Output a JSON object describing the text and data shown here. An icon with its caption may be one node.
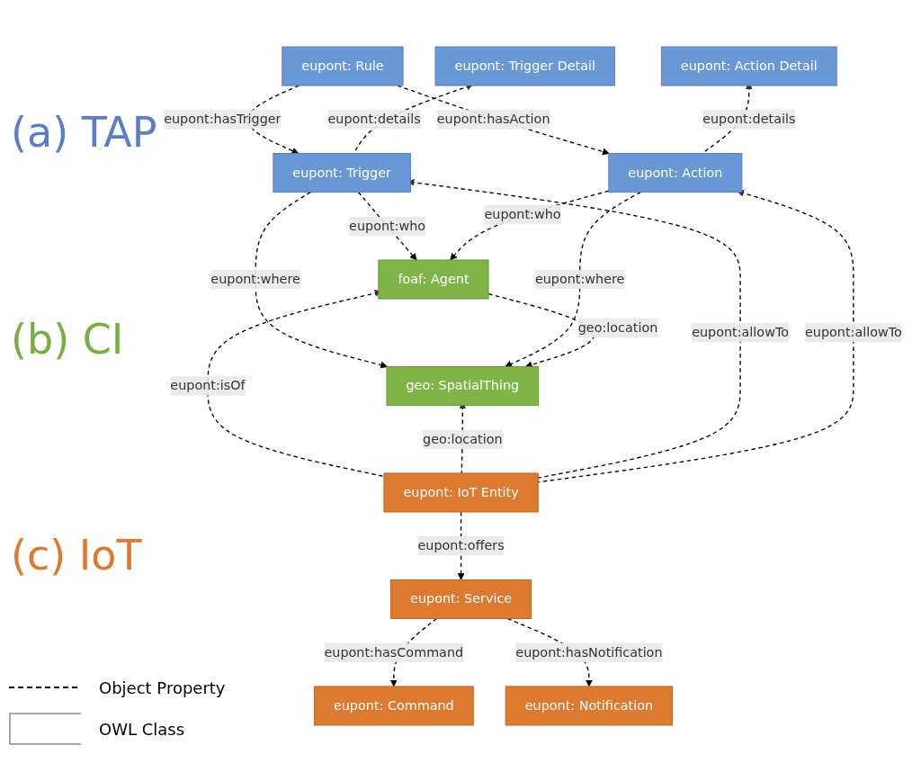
{
  "diagram": {
    "nodes": [
      {
        "text": [
          "eupont: Rule"
        ]
      },
      {
        "text": [
          "eupont: Trigger Detail"
        ]
      },
      {
        "text": [
          "eupont: Action Detail"
        ]
      },
      {
        "text": [
          "eupont: Trigger"
        ]
      },
      {
        "text": [
          "eupont: Action"
        ]
      },
      {
        "text": [
          "foaf: Agent"
        ]
      },
      {
        "text": [
          "geo: SpatialThing"
        ]
      },
      {
        "text": [
          "eupont: IoT Entity"
        ]
      },
      {
        "text": [
          "eupont: Command"
        ]
      },
      {
        "text": [
          "eupont: Service"
        ]
      },
      {
        "text": [
          "eupont: Notification"
        ]
      }
    ],
    "edges": [
      {
        "from": 0,
        "to": 3,
        "arrow": "to",
        "label": "eupont:hasTrigger",
        "style": "dashed"
      },
      {
        "from": 0,
        "to": 4,
        "arrow": "to",
        "label": "eupont:hasAction",
        "style": "dashed"
      },
      {
        "from": 3,
        "to": 1,
        "arrow": "to",
        "label": "eupont:details",
        "style": "dashed"
      },
      {
        "from": 4,
        "to": 2,
        "arrow": "to",
        "label": "eupont:details",
        "style": "dashed"
      },
      {
        "from": 3,
        "to": 5,
        "arrow": "to",
        "label": "eupont:who",
        "style": "dashed"
      },
      {
        "from": 3,
        "to": 6,
        "arrow": "to",
        "label": "eupont:where",
        "style": "dashed"
      },
      {
        "from": 4,
        "to": 5,
        "arrow": "to",
        "label": "eupont:who",
        "style": "dashed"
      },
      {
        "from": 4,
        "to": 6,
        "arrow": "to",
        "label": "eupont:where",
        "style": "dashed"
      },
      {
        "from": 5,
        "to": 6,
        "arrow": "to",
        "label": "geo:location",
        "style": "dashed"
      },
      {
        "from": 7,
        "to": 5,
        "arrow": "to",
        "label": "eupont:isOf",
        "style": "dashed"
      },
      {
        "from": 7,
        "to": 6,
        "arrow": "to",
        "label": "geo:location",
        "style": "dashed"
      },
      {
        "from": 7,
        "to": 3,
        "arrow": "to",
        "label": "eupont:allowTo",
        "style": "dashed"
      },
      {
        "from": 7,
        "to": 4,
        "arrow": "to",
        "label": "eupont:allowTo",
        "style": "dashed"
      },
      {
        "from": 7,
        "to": 9,
        "arrow": "to",
        "label": "eupont:offers",
        "style": "dashed"
      },
      {
        "from": 9,
        "to": 8,
        "arrow": "to",
        "label": "eupont:hasCommand",
        "style": "dashed"
      },
      {
        "from": 9,
        "to": 10,
        "arrow": "to",
        "label": "eupont:hasNotification",
        "style": "dashed"
      }
    ],
    "labels": [
      "(a) TAP",
      "(b) CI",
      "(c) IoT"
    ],
    "legend": [
      {
        "text": "Object Property"
      },
      {
        "text": "OWL Class"
      }
    ]
  }
}
